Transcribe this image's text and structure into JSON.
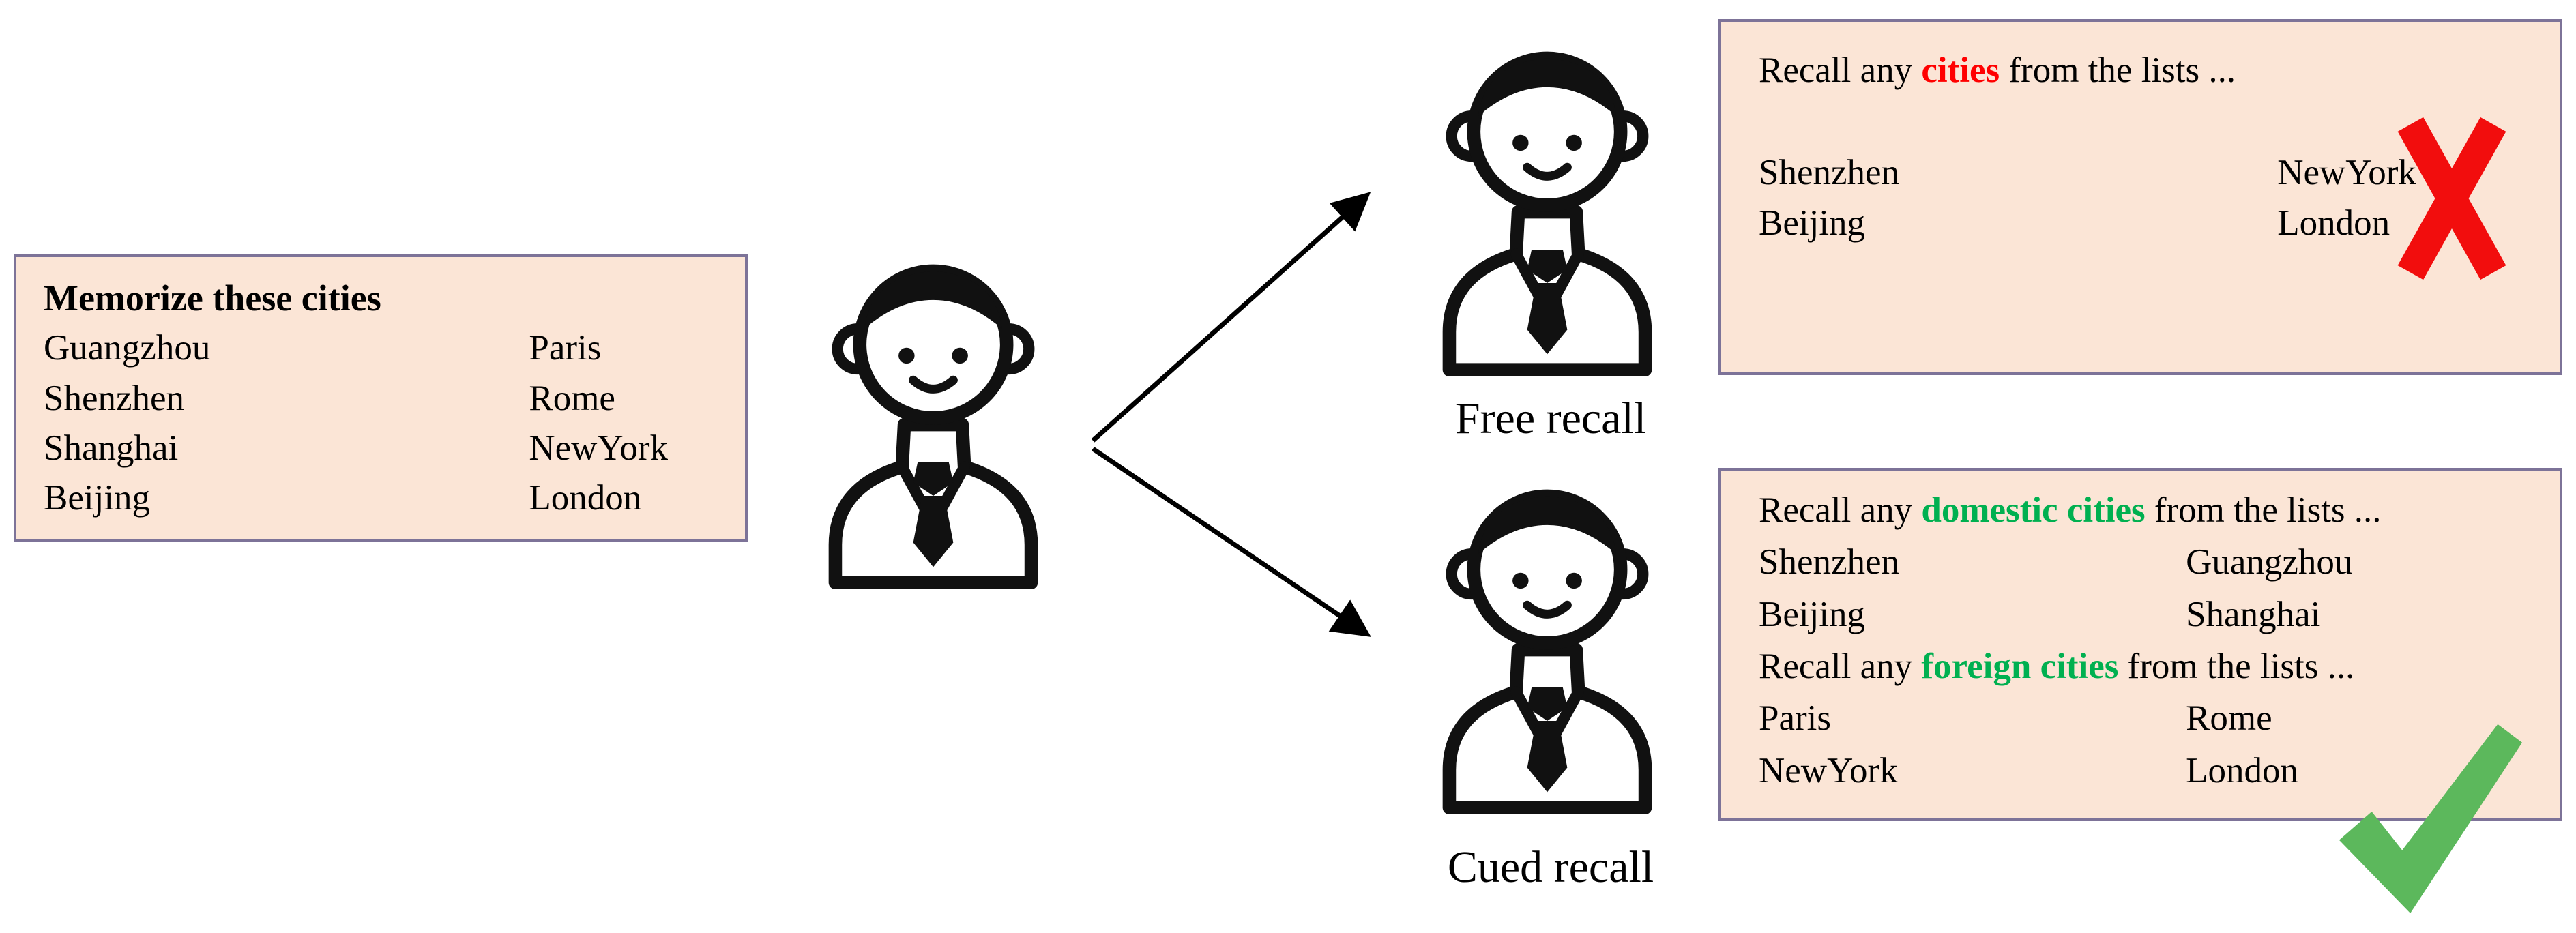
{
  "memorize_box": {
    "title": "Memorize these cities",
    "rows": [
      [
        "Guangzhou",
        "Paris"
      ],
      [
        "Shenzhen",
        "Rome"
      ],
      [
        "Shanghai",
        "NewYork"
      ],
      [
        "Beijing",
        "London"
      ]
    ]
  },
  "branches": {
    "free": {
      "label": "Free recall"
    },
    "cued": {
      "label": "Cued recall"
    }
  },
  "free_recall_box": {
    "prompt": {
      "prefix": "Recall any ",
      "highlight": "cities",
      "suffix": " from the lists ..."
    },
    "rows": [
      [
        "Shenzhen",
        "NewYork"
      ],
      [
        "Beijing",
        "London"
      ]
    ],
    "result_icon": "red-cross"
  },
  "cued_recall_box": {
    "prompt_domestic": {
      "prefix": "Recall any ",
      "highlight": "domestic cities",
      "suffix": " from the lists ..."
    },
    "domestic_rows": [
      [
        "Shenzhen",
        "Guangzhou"
      ],
      [
        "Beijing",
        "Shanghai"
      ]
    ],
    "prompt_foreign": {
      "prefix": "Recall any ",
      "highlight": "foreign cities",
      "suffix": " from the lists ..."
    },
    "foreign_rows": [
      [
        "Paris",
        "Rome"
      ],
      [
        "NewYork",
        "London"
      ]
    ],
    "result_icon": "green-check"
  },
  "icons": {
    "person": "person-bust-icon",
    "arrow": "black-arrow-icon",
    "cross": "red-cross-mark-icon",
    "check": "green-check-mark-icon"
  },
  "colors": {
    "box_bg": "#fbe5d6",
    "box_border": "#7d7398",
    "highlight_red": "#ff0000",
    "highlight_green": "#00b050",
    "cross_red": "#f20d0d",
    "check_green": "#5cb85c",
    "ink": "#000000"
  }
}
